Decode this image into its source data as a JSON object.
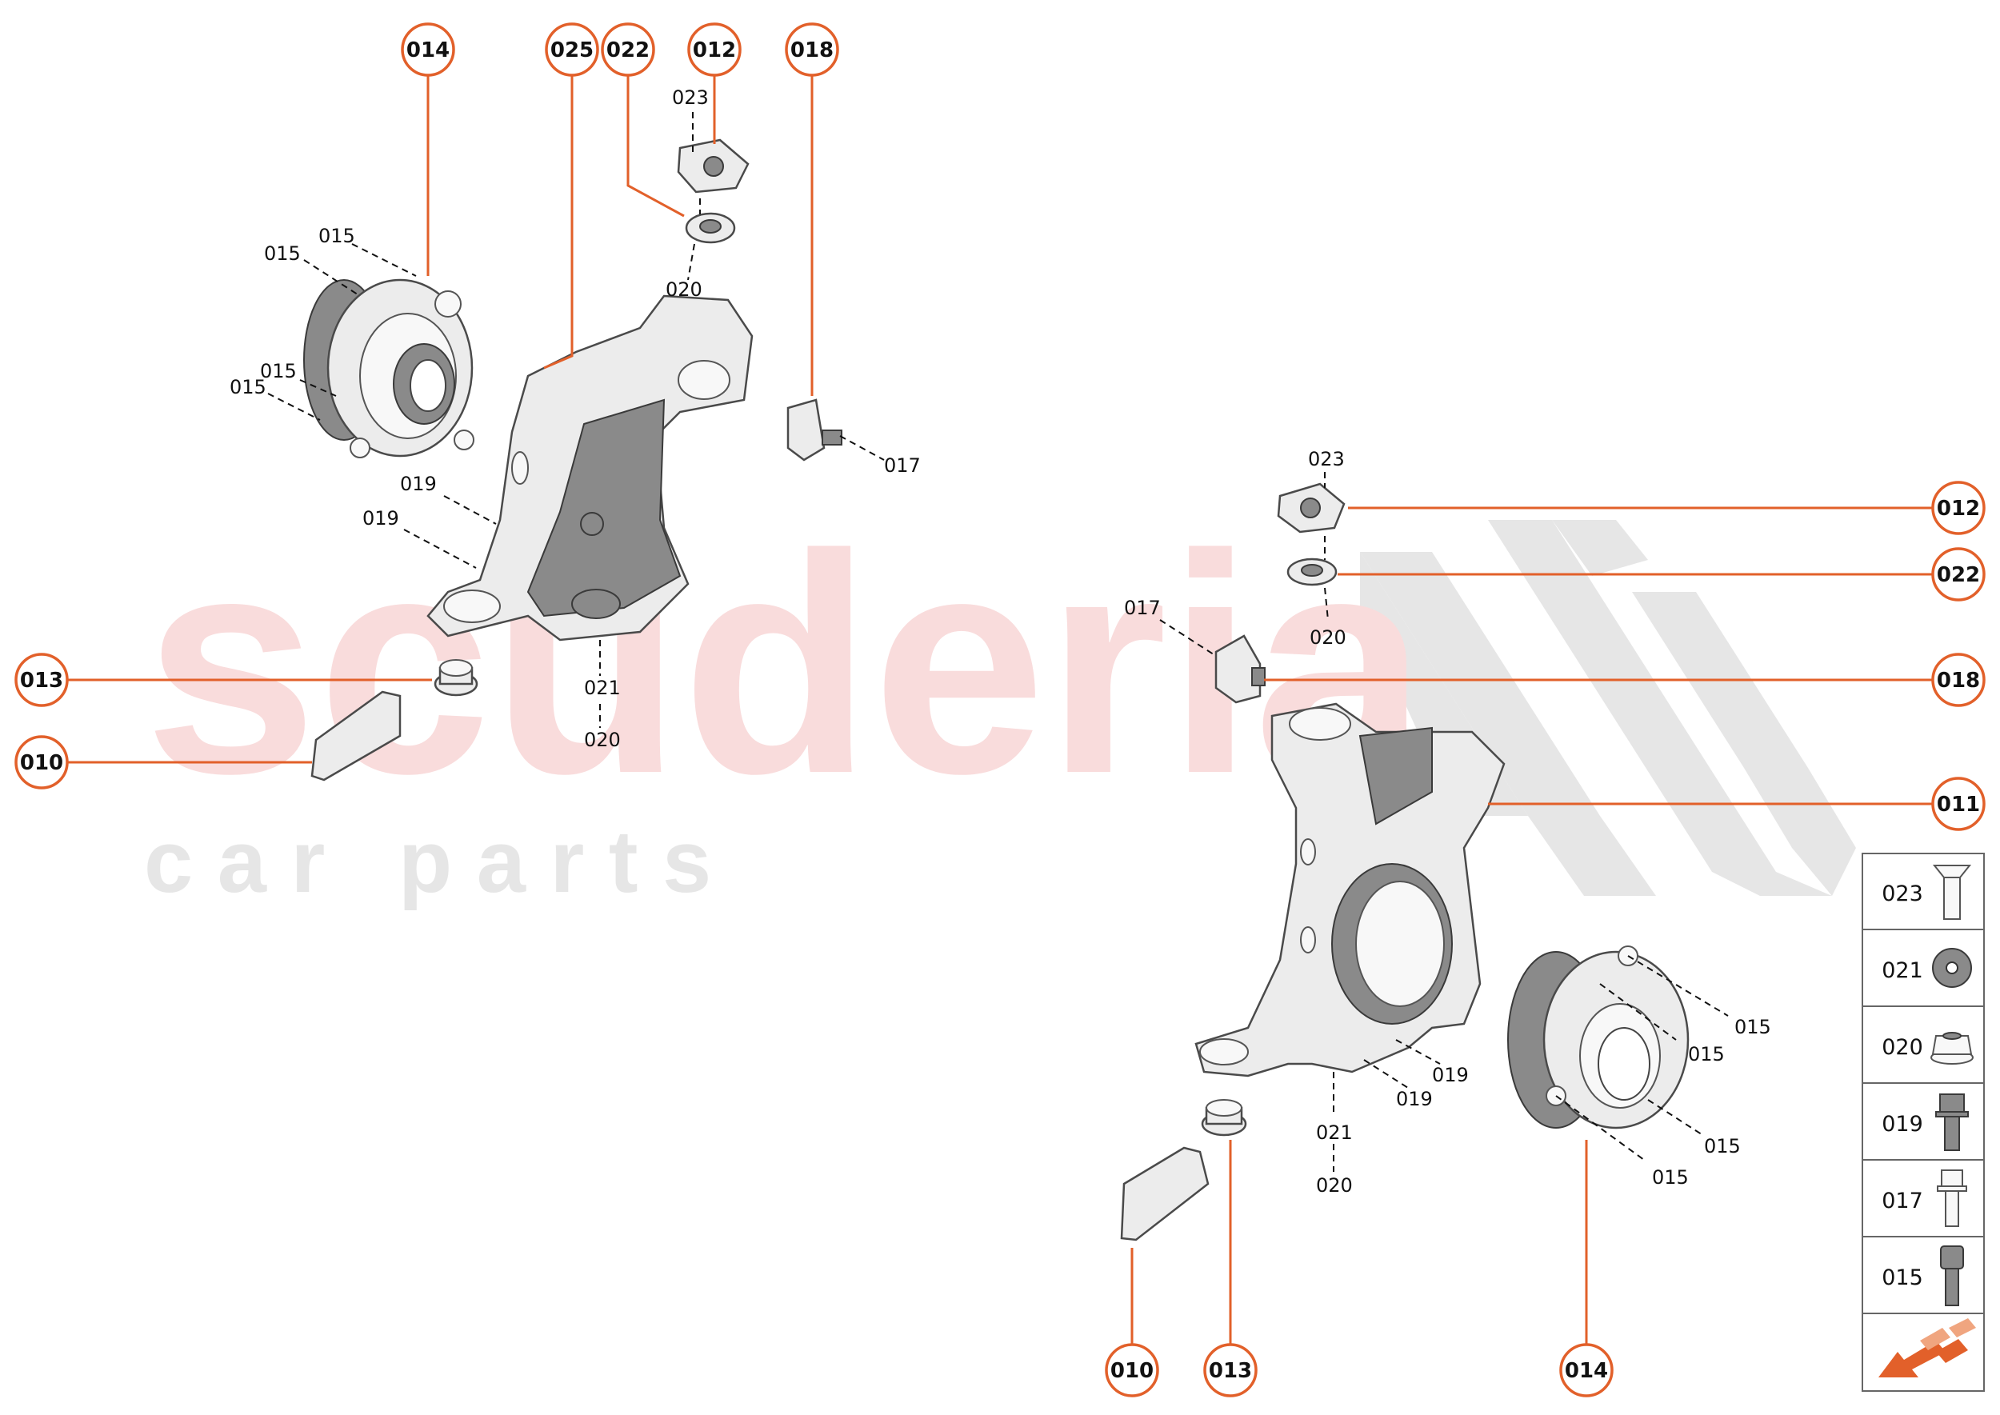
{
  "watermark": {
    "brand": "scuderia",
    "tagline": "c a r   p a r t s"
  },
  "colors": {
    "accent": "#e2602a",
    "watermark_red": "#f9dcdc",
    "watermark_grey": "#e6e6e6"
  },
  "callouts": {
    "left_014": "014",
    "left_025": "025",
    "left_022": "022",
    "left_012": "012",
    "left_018": "018",
    "left_013": "013",
    "left_010": "010",
    "right_012": "012",
    "right_022": "022",
    "right_018": "018",
    "right_011": "011",
    "right_010": "010",
    "right_013": "013",
    "right_014": "014"
  },
  "labels": {
    "l_023": "023",
    "l_020_top": "020",
    "l_015_a": "015",
    "l_015_b": "015",
    "l_015_c": "015",
    "l_015_d": "015",
    "l_017": "017",
    "l_019_a": "019",
    "l_019_b": "019",
    "l_021": "021",
    "l_020_bot": "020",
    "r_023": "023",
    "r_020_top": "020",
    "r_017": "017",
    "r_019_a": "019",
    "r_019_b": "019",
    "r_021": "021",
    "r_020_bot": "020",
    "r_015_a": "015",
    "r_015_b": "015",
    "r_015_c": "015",
    "r_015_d": "015"
  },
  "legend": {
    "items": [
      {
        "code": "023",
        "icon": "countersunk-screw-icon"
      },
      {
        "code": "021",
        "icon": "washer-icon"
      },
      {
        "code": "020",
        "icon": "flange-nut-icon"
      },
      {
        "code": "019",
        "icon": "hex-bolt-icon"
      },
      {
        "code": "017",
        "icon": "hex-bolt-icon"
      },
      {
        "code": "015",
        "icon": "socket-cap-screw-icon"
      }
    ],
    "footer_icon": "direction-arrow-icon"
  }
}
